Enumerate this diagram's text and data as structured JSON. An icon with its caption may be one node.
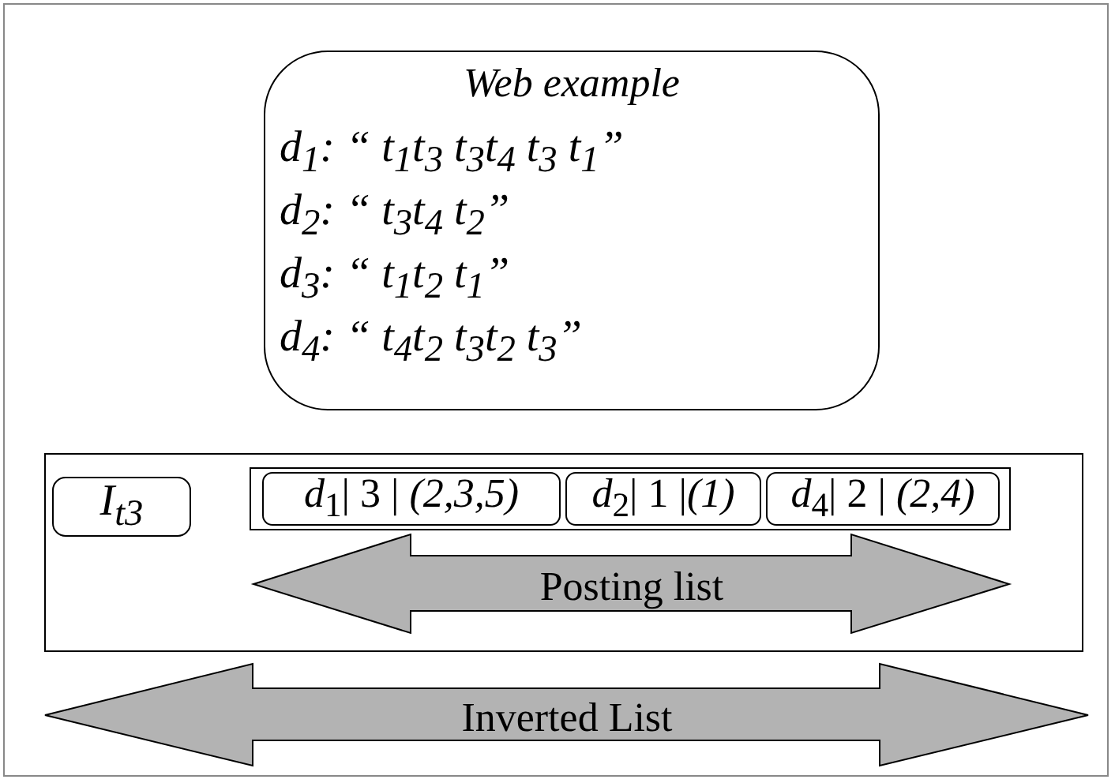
{
  "diagram": {
    "nodes": [
      {
        "text": [
          "Web example",
          "d$_{1}$: “ t$_{1}$t$_{3}$ t$_{3}$t$_{4}$ t$_{3}$ t$_{1}$”",
          "d$_{2}$: “ t$_{3}$t$_{4}$ t$_{2}$”",
          "d$_{3}$: “ t$_{1}$t$_{2}$ t$_{1}$”",
          "d$_{4}$: “ t$_{4}$t$_{2}$ t$_{3}$t$_{2}$ t$_{3}$”"
        ]
      },
      {
        "text": [],
        "shape": "box"
      },
      {
        "text": [
          "I$_{t3}$"
        ],
        "in": 1
      },
      {
        "text": [],
        "shape": "box",
        "in": 1
      },
      {
        "text": [
          "*d*$_{1}$| 3 | *(2,3,5)*"
        ],
        "in": 3
      },
      {
        "text": [
          "*d*$_{2}$| 1 |*(1)*"
        ],
        "in": 3
      },
      {
        "text": [
          "*d*$_{4}$| 2 | *(2,4)*"
        ],
        "in": 3
      },
      {
        "text": [
          "Posting list"
        ],
        "in": 1
      },
      {
        "text": [
          "Inverted List"
        ]
      }
    ]
  }
}
